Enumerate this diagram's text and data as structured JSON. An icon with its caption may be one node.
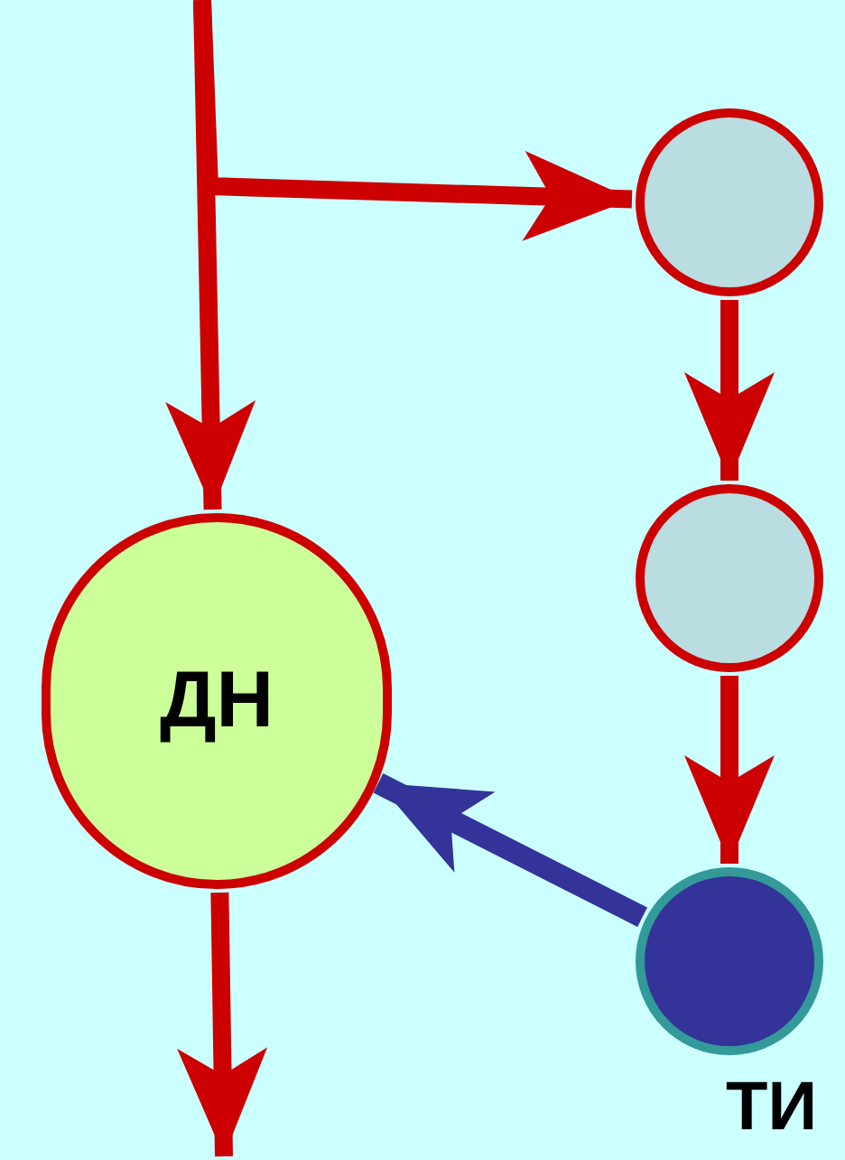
{
  "diagram": {
    "nodes": [
      {
        "text": [
          "ДН"
        ]
      },
      {
        "text": [],
        "shape": "circle"
      },
      {
        "text": [],
        "shape": "circle"
      },
      {
        "text": [],
        "shape": "circle",
        "beside": [
          "ТИ"
        ]
      }
    ],
    "edges": [
      {
        "from": null,
        "to": 0,
        "arrow": "to"
      },
      {
        "from": null,
        "to": 1,
        "arrow": "to"
      },
      {
        "from": 1,
        "to": 2,
        "arrow": "to"
      },
      {
        "from": 2,
        "to": 3,
        "arrow": "to"
      },
      {
        "from": 3,
        "to": 0,
        "arrow": "to",
        "color": "#333399"
      },
      {
        "from": 0,
        "to": null,
        "arrow": "to"
      }
    ]
  }
}
